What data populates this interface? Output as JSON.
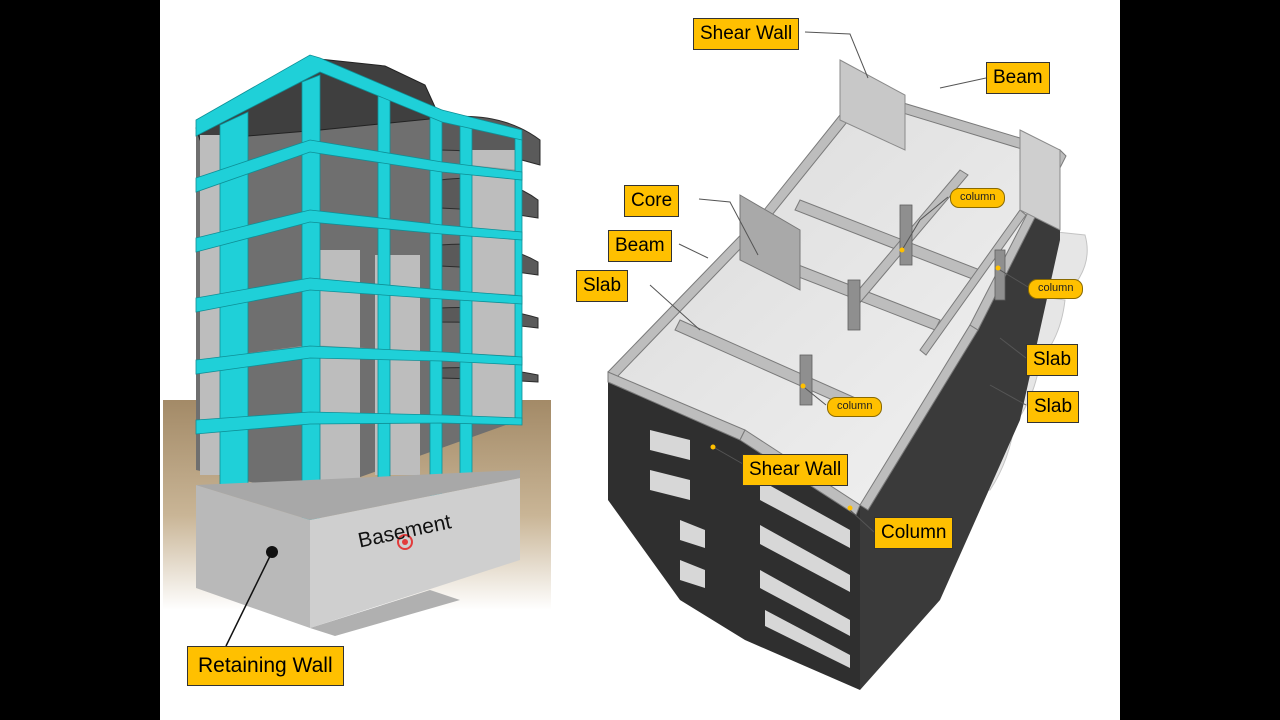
{
  "labels": {
    "retaining_wall": "Retaining Wall",
    "basement": "Basement",
    "shear_wall_top": "Shear Wall",
    "beam_top": "Beam",
    "core": "Core",
    "beam_left": "Beam",
    "slab_left": "Slab",
    "slab_right_1": "Slab",
    "slab_right_2": "Slab",
    "shear_wall_mid": "Shear Wall",
    "column": "Column",
    "column_small_1": "column",
    "column_small_2": "column",
    "column_small_3": "column"
  },
  "colors": {
    "frame": "#1FD0D8",
    "label_fill": "#FFC000",
    "ground": "#A38A67",
    "concrete": "#C9C9C9"
  }
}
